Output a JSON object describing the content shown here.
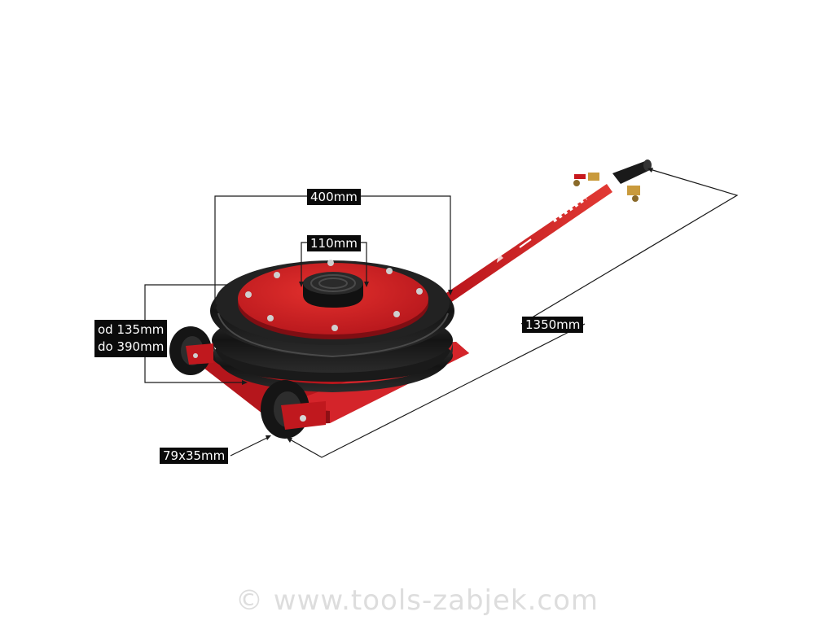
{
  "product": {
    "name": "",
    "colors": {
      "body": "#c8191d",
      "bellows": "#1c1c1c",
      "dimension_label_bg": "#0a0a0a"
    }
  },
  "dimensions": {
    "width_label": "400mm",
    "saddle_label": "110mm",
    "height_line1": "od 135mm",
    "height_line2": "do 390mm",
    "length_label": "1350mm",
    "wheel_label": "79x35mm"
  },
  "watermark": "© www.tools-zabjek.com"
}
